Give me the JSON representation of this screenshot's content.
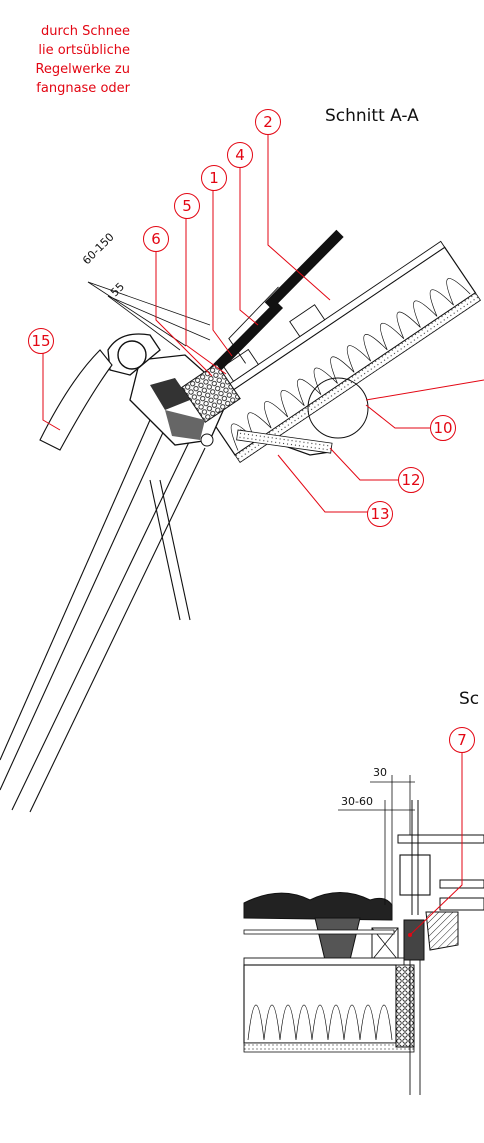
{
  "note_lines": [
    "durch Schnee",
    "lie ortsübliche",
    "Regelwerke zu",
    "fangnase oder"
  ],
  "section_title_aa": "Schnitt A-A",
  "section_title_b_partial": "Sc",
  "callouts": [
    "2",
    "4",
    "1",
    "5",
    "6",
    "15",
    "10",
    "12",
    "13",
    "7"
  ],
  "dimensions": [
    "60-150",
    "55",
    "30",
    "30-60"
  ],
  "colors": {
    "callout": "#e30613",
    "line": "#111111"
  }
}
